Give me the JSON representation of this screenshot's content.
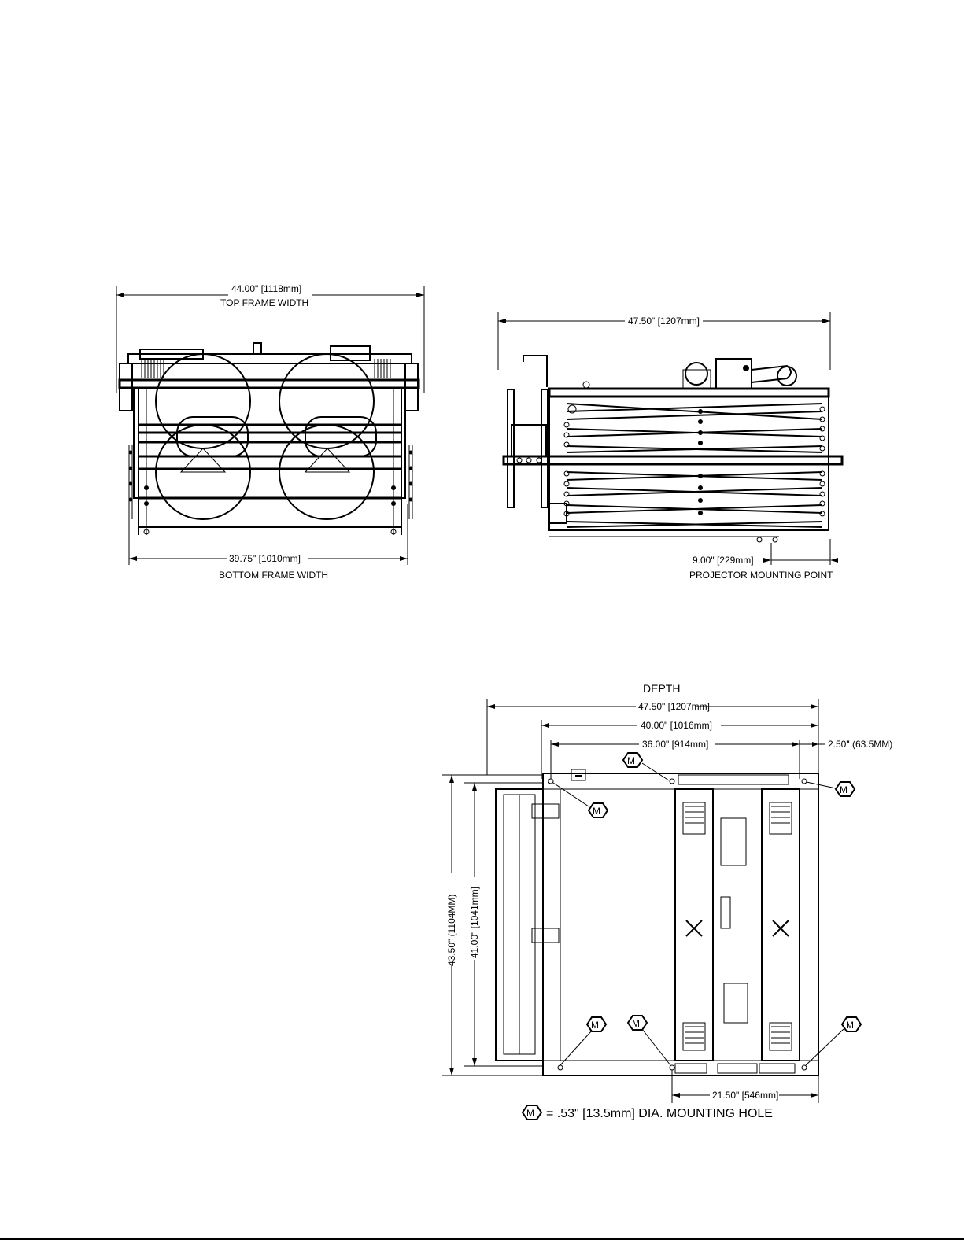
{
  "front_view": {
    "top_width": "44.00\" [1118mm]",
    "top_width_caption": "TOP FRAME WIDTH",
    "bottom_width": "39.75\" [1010mm]",
    "bottom_width_caption": "BOTTOM FRAME WIDTH"
  },
  "side_view": {
    "overall_length": "47.50\" [1207mm]",
    "mount_offset": "9.00\" [229mm]",
    "mount_caption": "PROJECTOR MOUNTING POINT"
  },
  "plan_view": {
    "depth_caption": "DEPTH",
    "depth_overall": "47.50\" [1207mm]",
    "depth_40": "40.00\" [1016mm]",
    "depth_36": "36.00\" [914mm]",
    "offset_250": "2.50\" (63.5MM)",
    "width_4350": "43.50\" (1104MM)",
    "width_4100": "41.00\" [1041mm]",
    "bottom_2150": "21.50\" [546mm]",
    "hole_symbol": "M",
    "legend_text": "= .53\" [13.5mm] DIA. MOUNTING HOLE"
  }
}
